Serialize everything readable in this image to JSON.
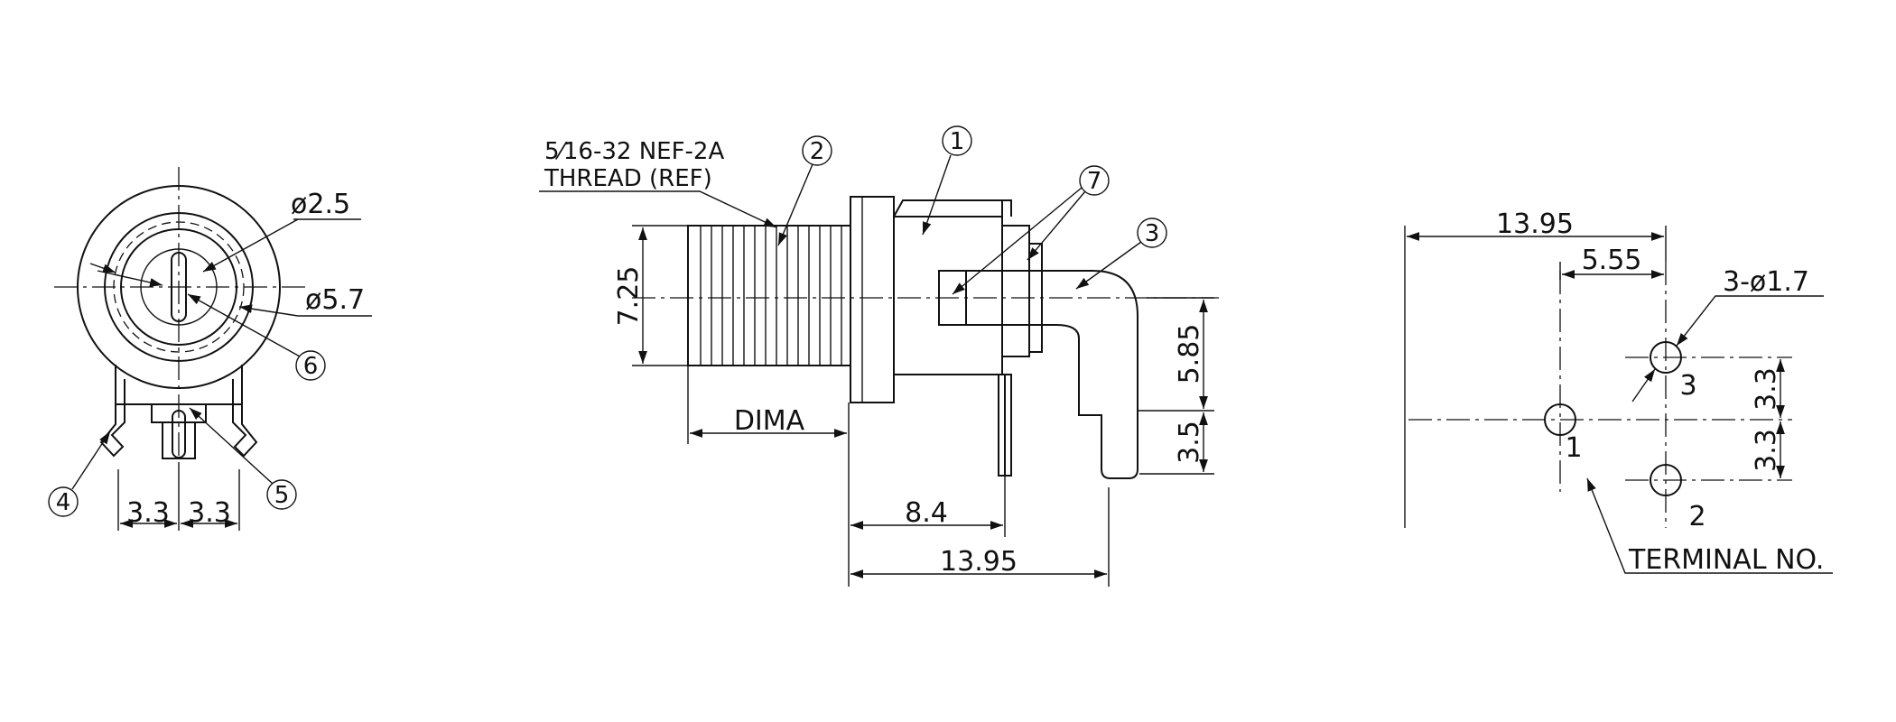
{
  "front_view": {
    "dim_d25": "ø2.5",
    "dim_d57": "ø5.7",
    "dim_33a": "3.3",
    "dim_33b": "3.3",
    "balloons": [
      "4",
      "5",
      "6"
    ]
  },
  "side_view": {
    "thread_frac": "5⁄16",
    "thread_spec": "-32 NEF-2A",
    "thread_ref": "THREAD (REF)",
    "dim_725": "7.25",
    "dim_dima": "DIMA",
    "dim_84": "8.4",
    "dim_1395": "13.95",
    "dim_585": "5.85",
    "dim_35": "3.5",
    "balloons": [
      "1",
      "2",
      "3",
      "7"
    ]
  },
  "pcb_layout": {
    "dim_1395": "13.95",
    "dim_555": "5.55",
    "dim_holes": "3-ø1.7",
    "dim_33a": "3.3",
    "dim_33b": "3.3",
    "terminal_1": "1",
    "terminal_2": "2",
    "terminal_3": "3",
    "terminal_no": "TERMINAL NO."
  }
}
